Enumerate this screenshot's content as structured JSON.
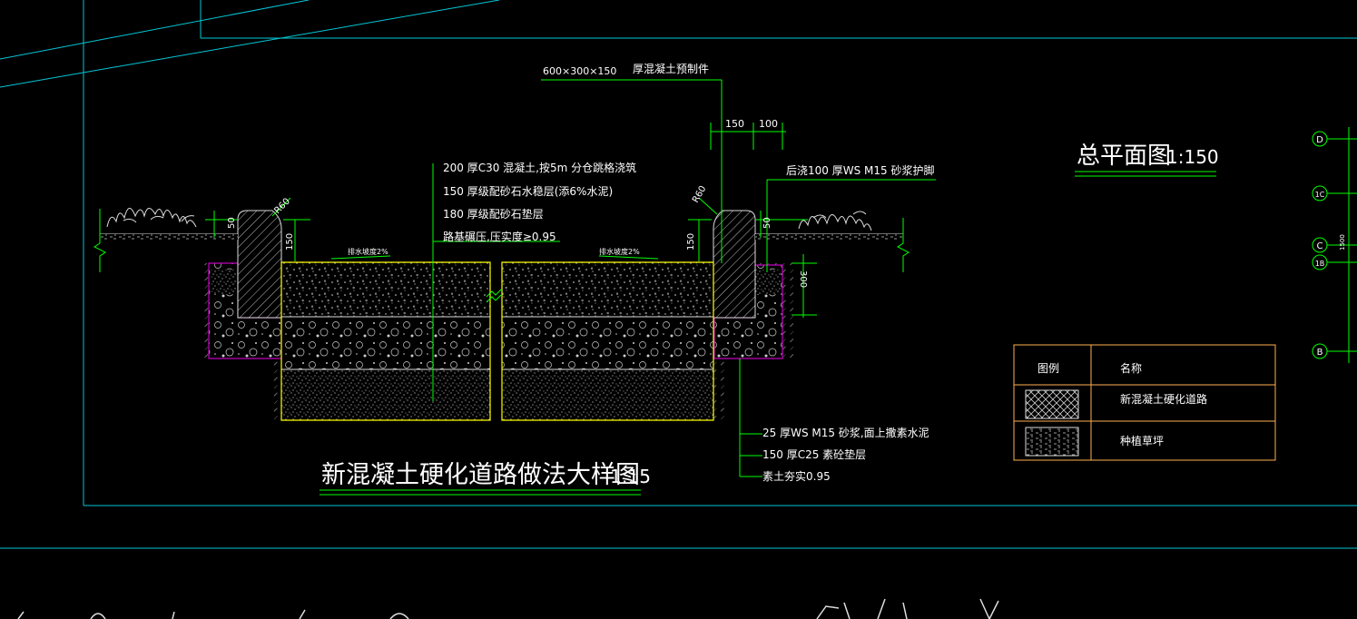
{
  "colors": {
    "background": "#000000",
    "frame": "#00c8d8",
    "leader": "#00ff00",
    "surface": "#ffff00",
    "boundary": "#c000c0",
    "legend_box": "#ffb050",
    "text": "#ffffff"
  },
  "labels": {
    "precast_size": "600×300×150",
    "precast_text": "厚混凝土预制件",
    "dim_150": "150",
    "dim_100": "100",
    "layer_1": "200  厚C30  混凝土,按5m  分仓跳格浇筑",
    "layer_2": "150  厚级配砂石水稳层(添6%水泥)",
    "layer_3": "180  厚级配砂石垫层",
    "layer_4": "路基碾压,压实度≥0.95",
    "backfill": "后浇100  厚WS   M15  砂浆护脚",
    "r60_left": "R60",
    "r60_right": "R60",
    "dim_50_left": "50",
    "dim_150_left": "150",
    "dim_50_right": "50",
    "dim_150_right": "150",
    "dim_300": "300",
    "slope_left": "排水坡度2%",
    "slope_right": "排水坡度2%",
    "bottom_1": "25  厚WS   M15  砂浆,面上撒素水泥",
    "bottom_2": "150  厚C25   素砼垫层",
    "bottom_3": "素土夯实0.95",
    "drawing_title": "新混凝土硬化道路做法大样图",
    "drawing_scale": "1:15",
    "plan_title": "总平面图",
    "plan_scale": "1:150"
  },
  "legend": {
    "header_symbol": "图例",
    "header_name": "名称",
    "row1_name": "新混凝土硬化道路",
    "row2_name": "种植草坪"
  },
  "axis_markers": [
    "D",
    "1C",
    "C",
    "1B",
    "B"
  ],
  "axis_dim": "1500"
}
